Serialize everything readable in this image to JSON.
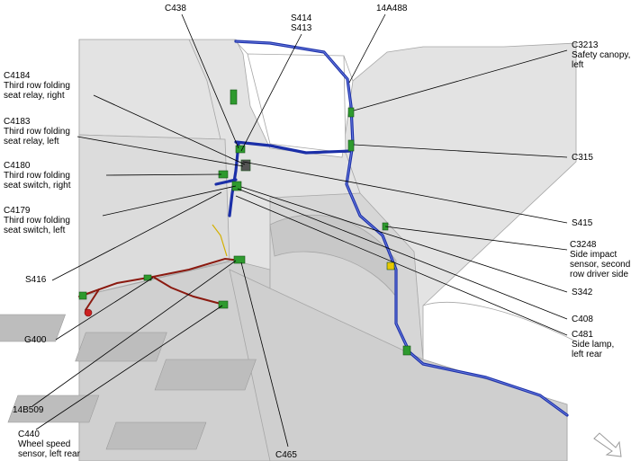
{
  "labels": {
    "c438": [
      "C438"
    ],
    "s414_s413": [
      "S414",
      "S413"
    ],
    "l14a488": [
      "14A488"
    ],
    "c3213": [
      "C3213",
      "Safety canopy,",
      "left"
    ],
    "c4184": [
      "C4184",
      "Third row folding",
      "seat relay, right"
    ],
    "c4183": [
      "C4183",
      "Third row folding",
      "seat relay, left"
    ],
    "c315": [
      "C315"
    ],
    "c4180": [
      "C4180",
      "Third row folding",
      "seat switch, right"
    ],
    "c4179": [
      "C4179",
      "Third row folding",
      "seat switch, left"
    ],
    "s415": [
      "S415"
    ],
    "c3248": [
      "C3248",
      "Side impact",
      "sensor, second",
      "row driver side"
    ],
    "s416": [
      "S416"
    ],
    "s342": [
      "S342"
    ],
    "c408": [
      "C408"
    ],
    "c481": [
      "C481",
      "Side lamp,",
      "left rear"
    ],
    "g400": [
      "G400"
    ],
    "l14b509": [
      "14B509"
    ],
    "c440": [
      "C440",
      "Wheel speed",
      "sensor, left rear"
    ],
    "c465": [
      "C465"
    ]
  },
  "colors": {
    "harness_blue": "#1b2fa8",
    "harness_red": "#8b1a10",
    "connector_green": "#2e9a2e",
    "body_gray": "#e3e3e3",
    "body_edge": "#a6a6a6"
  },
  "icons": {
    "orientation": "arrow-down-right-icon"
  }
}
